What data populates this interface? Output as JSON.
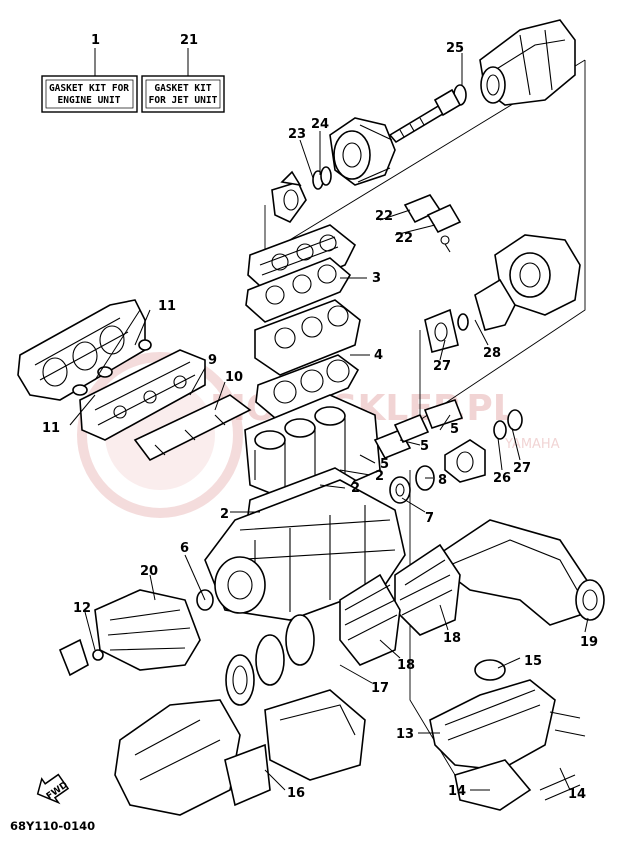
{
  "kit_boxes": [
    {
      "number": "1",
      "line1": "GASKET KIT FOR",
      "line2": "ENGINE UNIT"
    },
    {
      "number": "21",
      "line1": "GASKET KIT",
      "line2": "FOR JET UNIT"
    }
  ],
  "callouts": [
    "25",
    "24",
    "23",
    "22",
    "22",
    "3",
    "4",
    "11",
    "11",
    "9",
    "10",
    "5",
    "5",
    "5",
    "2",
    "2",
    "2",
    "8",
    "7",
    "28",
    "27",
    "27",
    "26",
    "6",
    "20",
    "12",
    "19",
    "18",
    "18",
    "17",
    "15",
    "13",
    "14",
    "14",
    "16"
  ],
  "diagram_code": "68Y110-0140",
  "fwd_label": "FWD",
  "watermark": {
    "text": "MOTOSKLEP.PL",
    "subtext": "YAMAHA",
    "color": "#e6b2b2"
  }
}
